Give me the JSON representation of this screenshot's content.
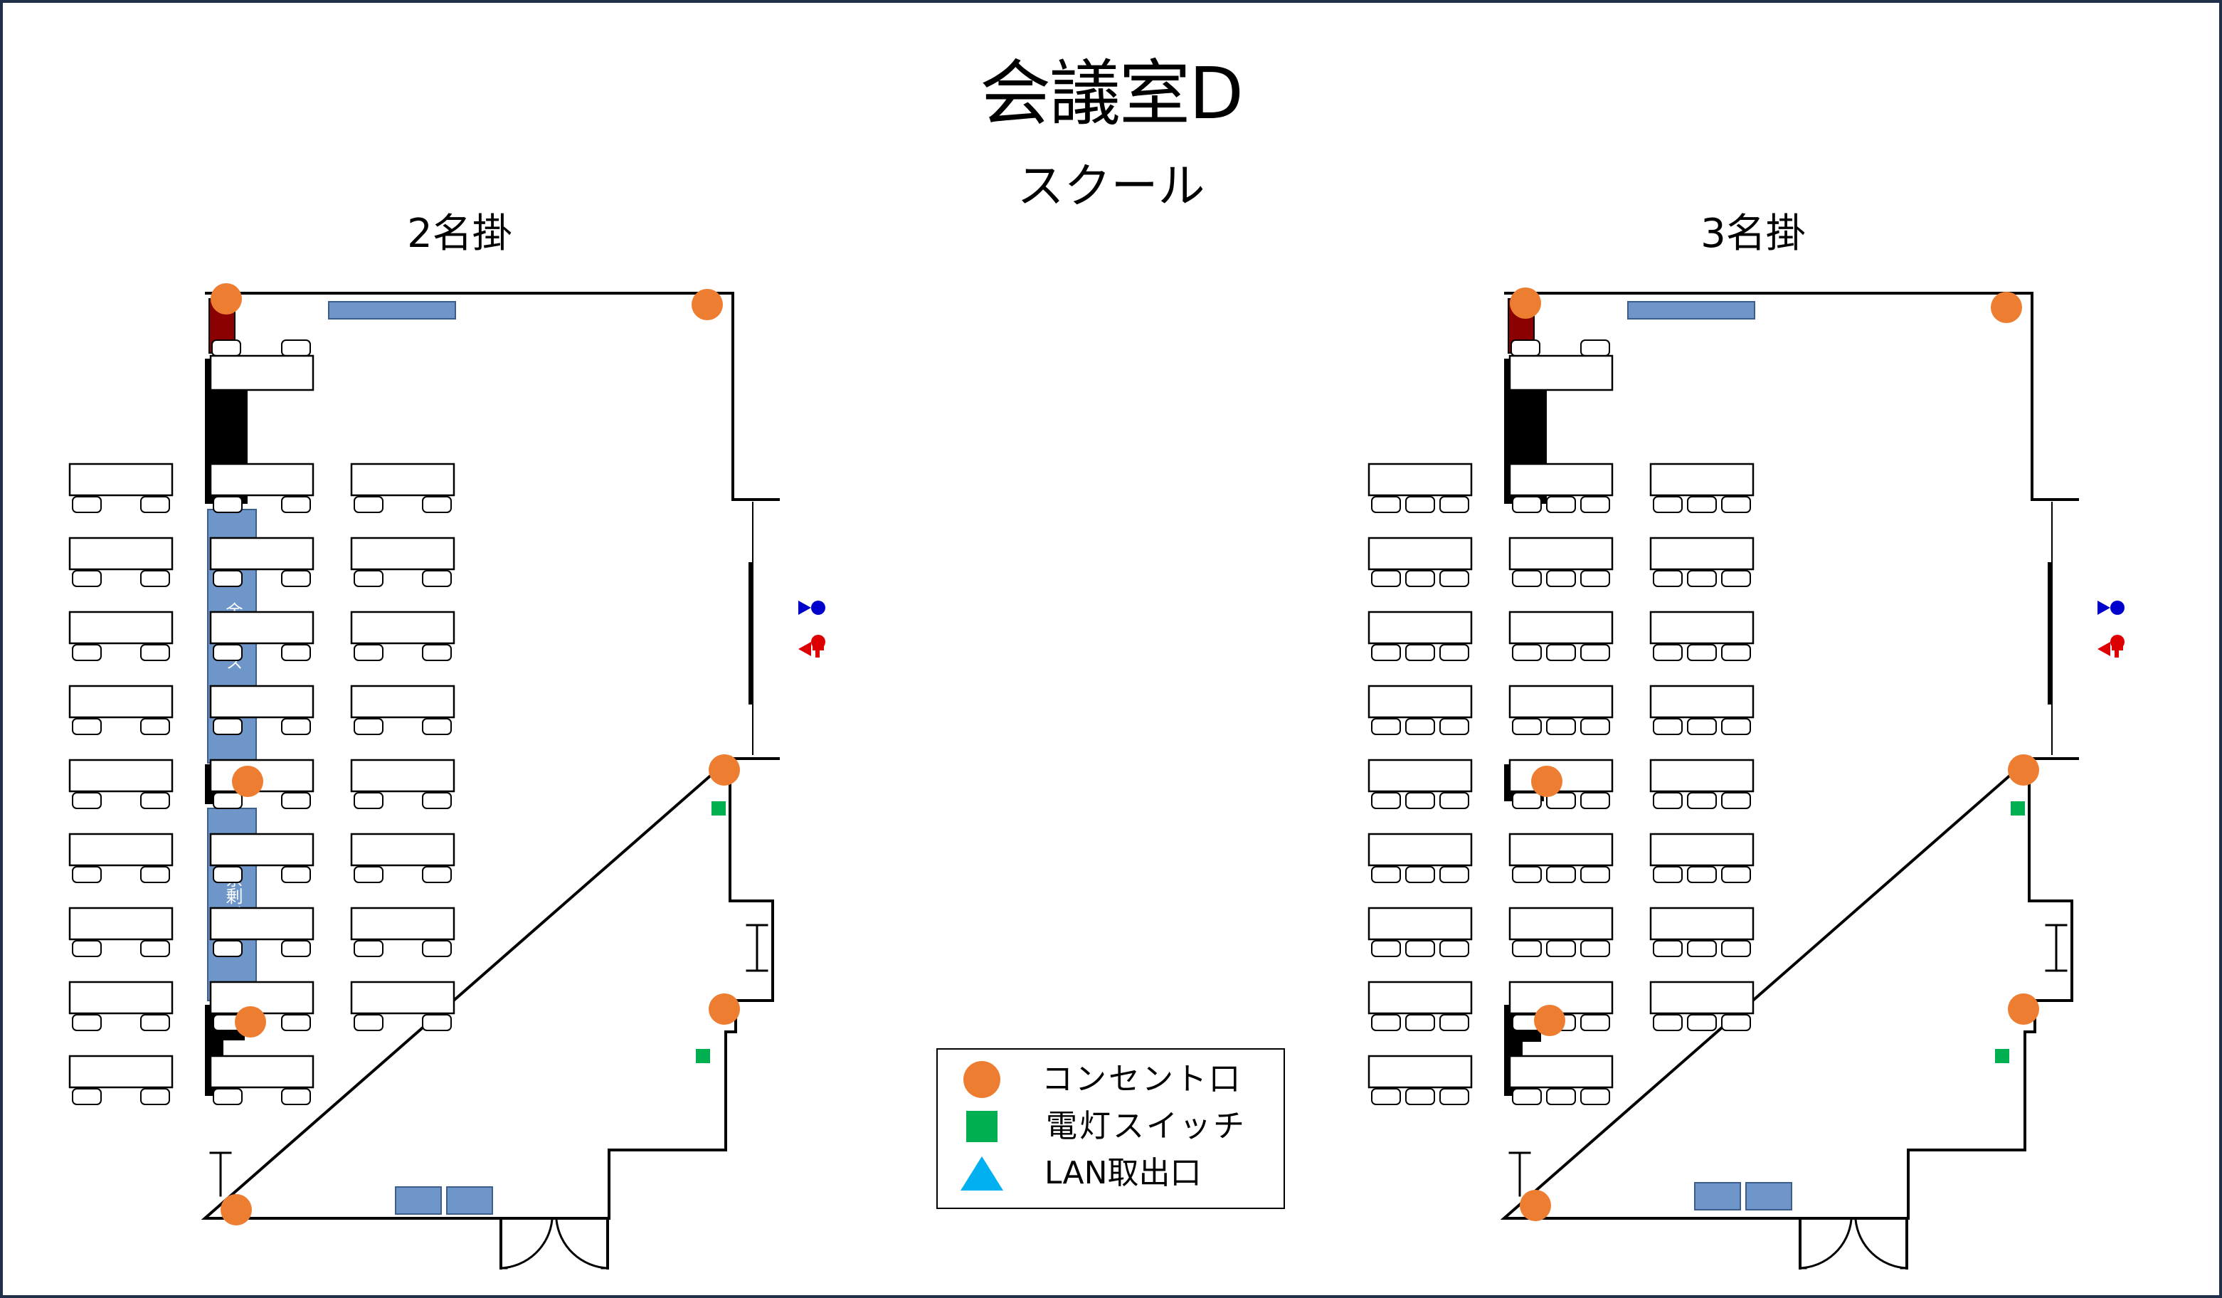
{
  "title": "会議室D",
  "subtitle": "スクール",
  "plans": [
    {
      "label": "2名掛",
      "seats_per_desk": 2,
      "rows": [
        3,
        3,
        3,
        3,
        3,
        3,
        3,
        3,
        2
      ]
    },
    {
      "label": "3名掛",
      "seats_per_desk": 3,
      "rows": [
        3,
        3,
        3,
        3,
        3,
        3,
        3,
        3,
        2
      ]
    }
  ],
  "storage_label": "余剰イス",
  "legend": [
    {
      "symbol": "circle",
      "color": "#ed7d31",
      "label": "コンセント口",
      "icon": "outlet-circle-icon"
    },
    {
      "symbol": "square",
      "color": "#00b050",
      "label": "電灯スイッチ",
      "icon": "light-switch-square-icon"
    },
    {
      "symbol": "triangle",
      "color": "#00b0f0",
      "label": "LAN取出口",
      "icon": "lan-triangle-icon"
    }
  ],
  "colors": {
    "outlet": "#ed7d31",
    "switch": "#00b050",
    "lan": "#00b0f0",
    "panel_blue": "#6e96c8",
    "cabinet_red": "#8b0000",
    "restroom_male": "#0000cc",
    "restroom_female": "#dd0000",
    "frame": "#1f3048"
  }
}
